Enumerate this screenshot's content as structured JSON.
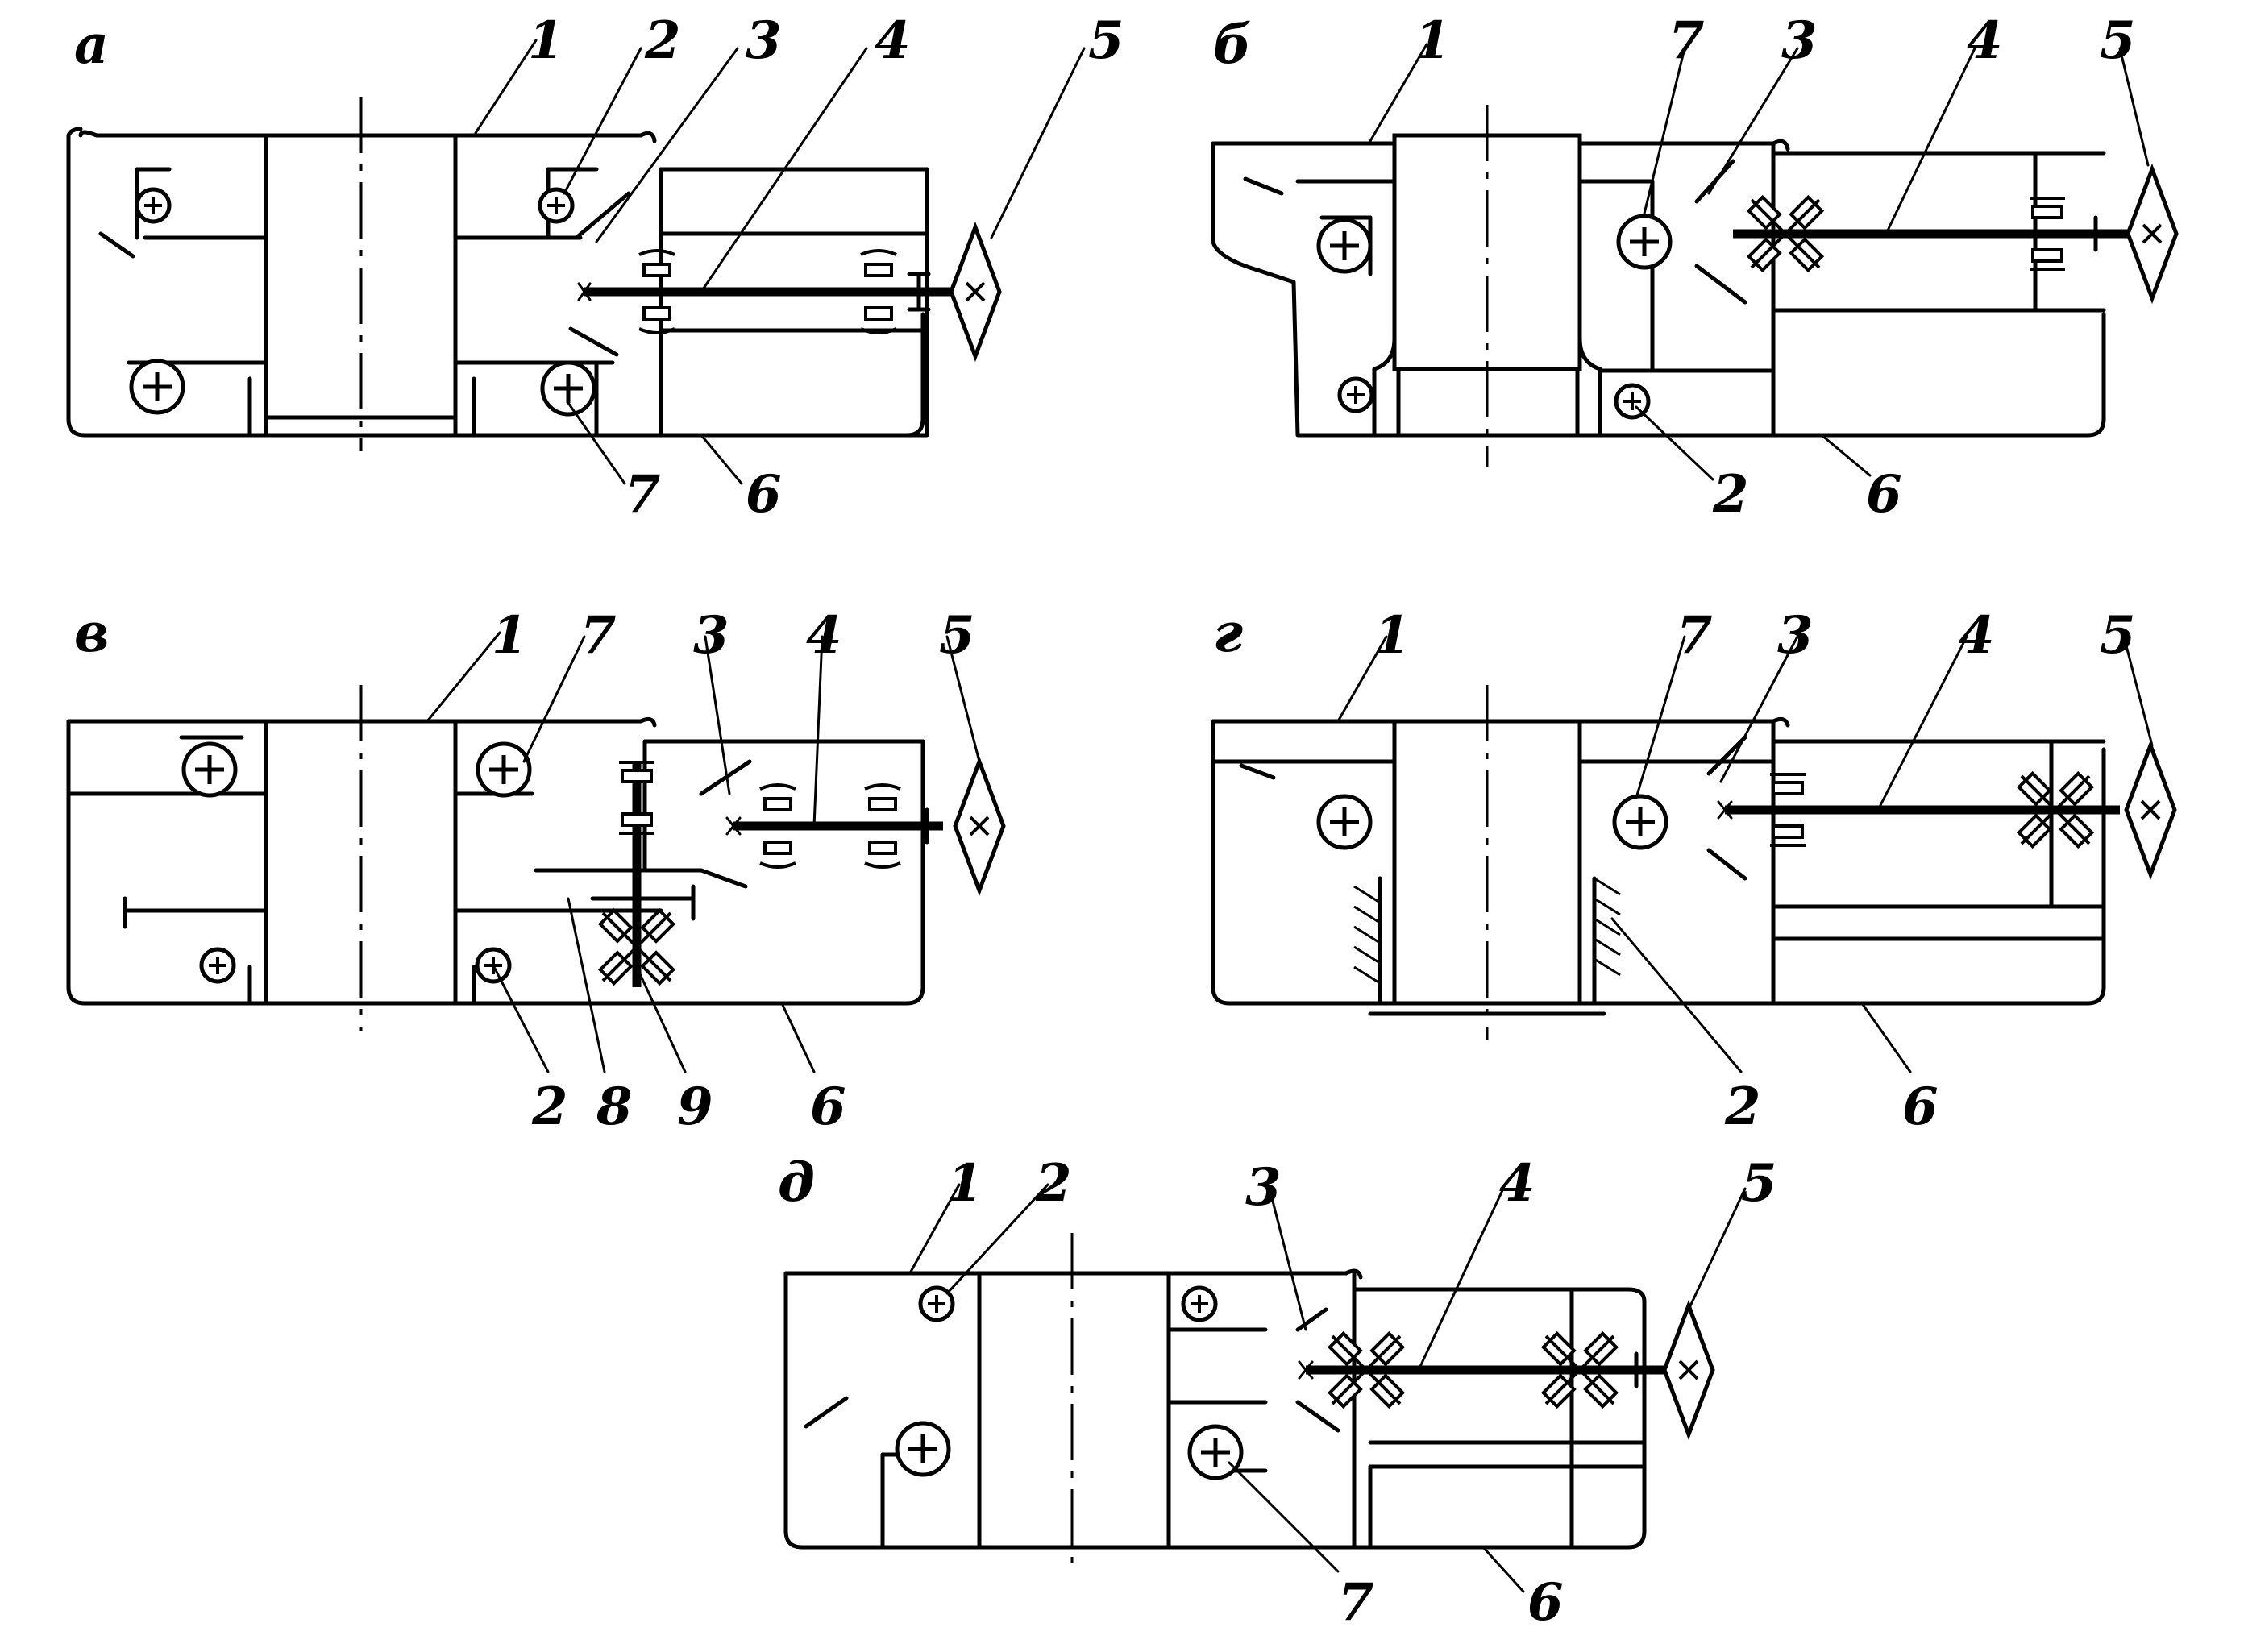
{
  "figure": {
    "panels": [
      {
        "id": "a",
        "letter": "а",
        "labels": [
          "1",
          "2",
          "3",
          "4",
          "5",
          "6",
          "7"
        ]
      },
      {
        "id": "b",
        "letter": "б",
        "labels": [
          "1",
          "7",
          "3",
          "4",
          "5",
          "2",
          "6"
        ]
      },
      {
        "id": "v",
        "letter": "в",
        "labels": [
          "1",
          "7",
          "3",
          "4",
          "5",
          "2",
          "8",
          "9",
          "6"
        ]
      },
      {
        "id": "g",
        "letter": "г",
        "labels": [
          "1",
          "7",
          "3",
          "4",
          "5",
          "2",
          "6"
        ]
      },
      {
        "id": "d",
        "letter": "д",
        "labels": [
          "1",
          "2",
          "3",
          "4",
          "5",
          "7",
          "6"
        ]
      }
    ]
  }
}
